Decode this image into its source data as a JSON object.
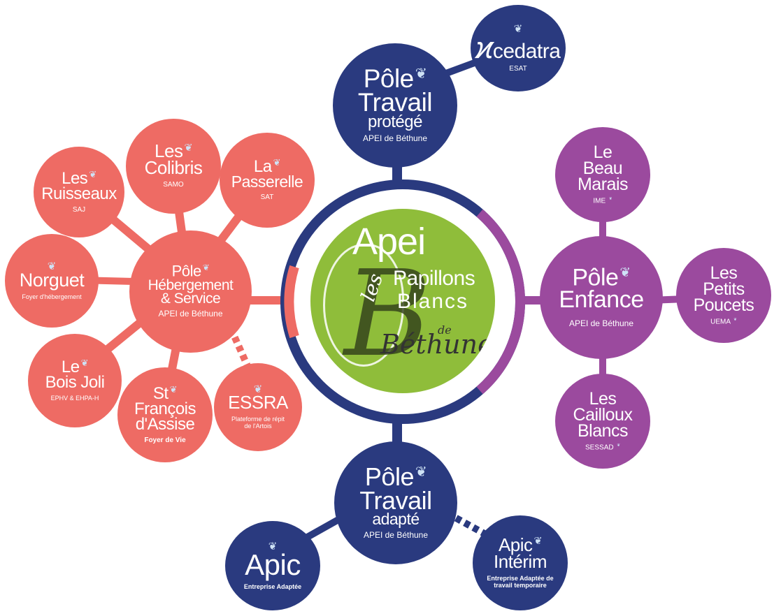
{
  "colors": {
    "red": "#ee6b64",
    "navy": "#2a3a7f",
    "purple": "#9b4a9e",
    "green": "#8fbd3a"
  },
  "icons": {
    "butterfly": "butterfly-icon"
  },
  "center": {
    "title": "Apei",
    "les": "les",
    "papillons": "Papillons",
    "blancs": "Blancs",
    "de": "de",
    "bethune": "Béthune"
  },
  "pole_travail_protege": {
    "t1": "Pôle",
    "t2": "Travail",
    "t3": "protégé",
    "sub": "APEI de Béthune"
  },
  "cedatra": {
    "name": "cedatra",
    "sub": "ESAT"
  },
  "pole_hebergement": {
    "t1": "Pôle",
    "t2": "Hébergement",
    "t3": "& Service",
    "sub": "APEI de Béthune"
  },
  "les_ruisseaux": {
    "t1": "Les",
    "t2": "Ruisseaux",
    "sub": "SAJ"
  },
  "les_colibris": {
    "t1": "Les",
    "t2": "Colibris",
    "sub": "SAMO"
  },
  "la_passerelle": {
    "t1": "La",
    "t2": "Passerelle",
    "sub": "SAT"
  },
  "norguet": {
    "t1": "Norguet",
    "sub": "Foyer d'hébergement"
  },
  "le_bois_joli": {
    "t1": "Le",
    "t2": "Bois Joli",
    "sub": "EPHV & EHPA-H"
  },
  "st_francois": {
    "t1": "St",
    "t2": "François",
    "t3": "d'Assise",
    "sub": "Foyer de Vie"
  },
  "essra": {
    "t1": "ESSRA",
    "sub": "Plateforme de répit de l'Artois"
  },
  "pole_enfance": {
    "t1": "Pôle",
    "t2": "Enfance",
    "sub": "APEI de Béthune"
  },
  "le_beau_marais": {
    "t1": "Le",
    "t2": "Beau",
    "t3": "Marais",
    "sub": "IME"
  },
  "les_petits_poucets": {
    "t1": "Les",
    "t2": "Petits",
    "t3": "Poucets",
    "sub": "UEMA"
  },
  "les_cailloux_blancs": {
    "t1": "Les",
    "t2": "Cailloux",
    "t3": "Blancs",
    "sub": "SESSAD"
  },
  "pole_travail_adapte": {
    "t1": "Pôle",
    "t2": "Travail",
    "t3": "adapté",
    "sub": "APEI de Béthune"
  },
  "apic": {
    "t1": "Apic",
    "sub": "Entreprise Adaptée"
  },
  "apic_interim": {
    "t1": "Apic",
    "t2": "Intérim",
    "sub": "Entreprise Adaptée de travail temporaire"
  }
}
